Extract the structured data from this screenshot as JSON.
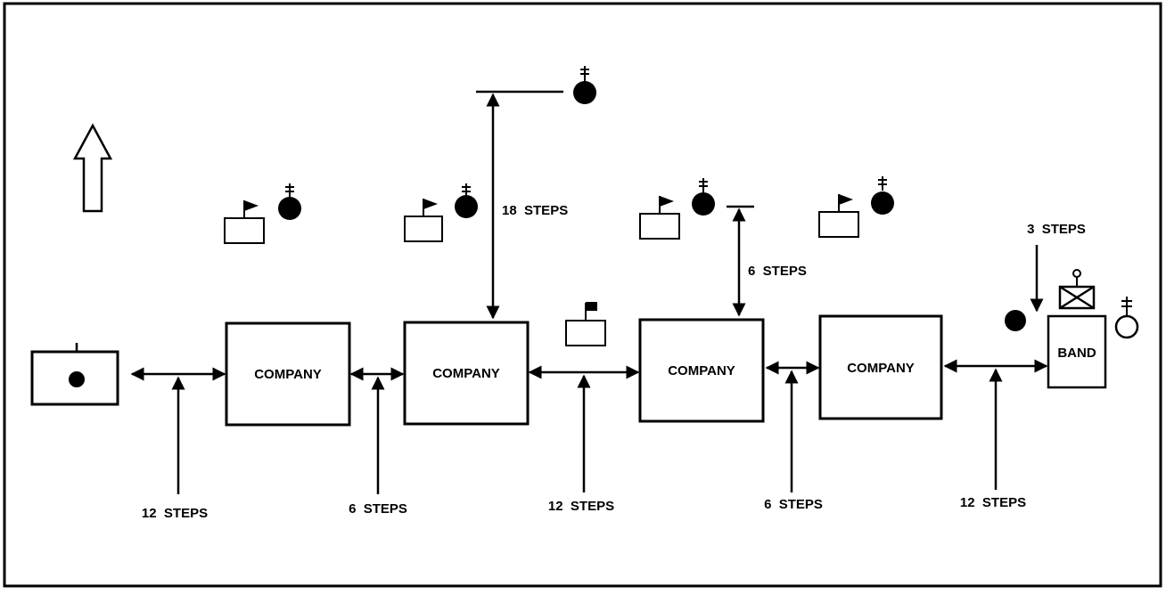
{
  "diagram": {
    "companies": [
      {
        "label": "COMPANY"
      },
      {
        "label": "COMPANY"
      },
      {
        "label": "COMPANY"
      },
      {
        "label": "COMPANY"
      }
    ],
    "band": {
      "label": "BAND"
    },
    "steps": {
      "s1": "12  STEPS",
      "s2": "6  STEPS",
      "s3": "12  STEPS",
      "s4": "6  STEPS",
      "s5": "12  STEPS",
      "s18": "18  STEPS",
      "s6v": "6  STEPS",
      "s3v": "3  STEPS"
    },
    "colors": {
      "ink": "#000000",
      "background": "#ffffff"
    }
  }
}
